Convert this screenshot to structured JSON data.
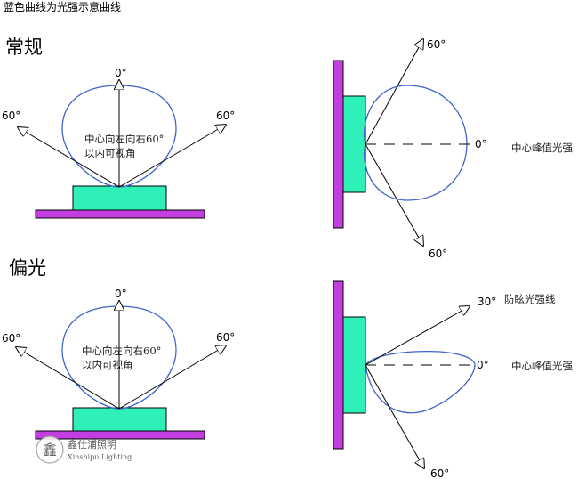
{
  "header": {
    "caption": "蓝色曲线为光强示意曲线"
  },
  "sections": {
    "normal": {
      "title": "常规"
    },
    "polarized": {
      "title": "偏光"
    }
  },
  "front_normal": {
    "angle_top": "0°",
    "angle_left": "60°",
    "angle_right": "60°",
    "note_line1": "中心向左向右60°",
    "note_line2": "以内可视角"
  },
  "side_normal": {
    "angle_up": "60°",
    "angle_mid": "0°",
    "angle_down": "60°",
    "peak_label": "中心峰值光强"
  },
  "front_polarized": {
    "angle_top": "0°",
    "angle_left": "60°",
    "angle_right": "60°",
    "note_line1": "中心向左向右60°",
    "note_line2": "以内可视角"
  },
  "side_polarized": {
    "angle_up": "30°",
    "angle_mid": "0°",
    "angle_down": "60°",
    "glare_label": "防眩光强线",
    "peak_label": "中心峰值光强"
  },
  "watermark": {
    "logo_char": "鑫",
    "name": "鑫仕浦照明",
    "name_en": "Xinshipu Lighting"
  },
  "colors": {
    "curve": "#3f63c8",
    "led": "#2ff0b8",
    "base": "#c23ee0",
    "line": "#000000"
  }
}
